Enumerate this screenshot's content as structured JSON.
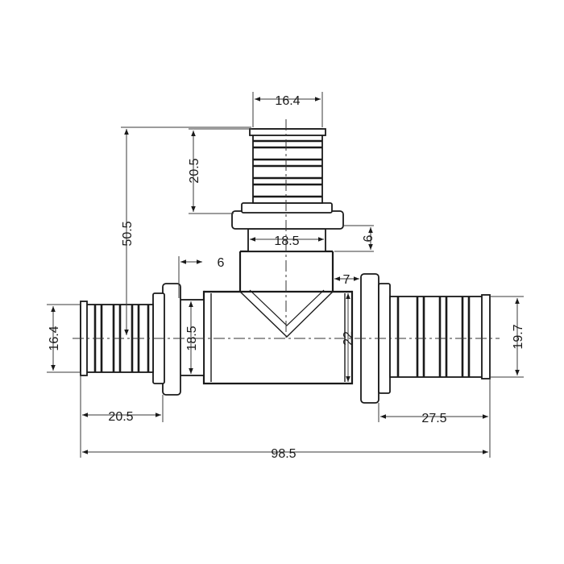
{
  "dimensions": {
    "top_outlet_diameter": "16.4",
    "top_outlet_length": "20.5",
    "overall_height": "50.5",
    "top_neck_width": "18.5",
    "top_collar_height": "6",
    "branch_offset": "6",
    "right_offset": "7",
    "left_inlet_diameter": "16.4",
    "body_inner_diameter": "18.5",
    "body_outer_diameter": "22",
    "right_outlet_diameter": "19.7",
    "left_inlet_length": "20.5",
    "right_outlet_length": "27.5",
    "overall_length": "98.5"
  },
  "colors": {
    "line": "#1a1a1a",
    "background": "#ffffff"
  }
}
